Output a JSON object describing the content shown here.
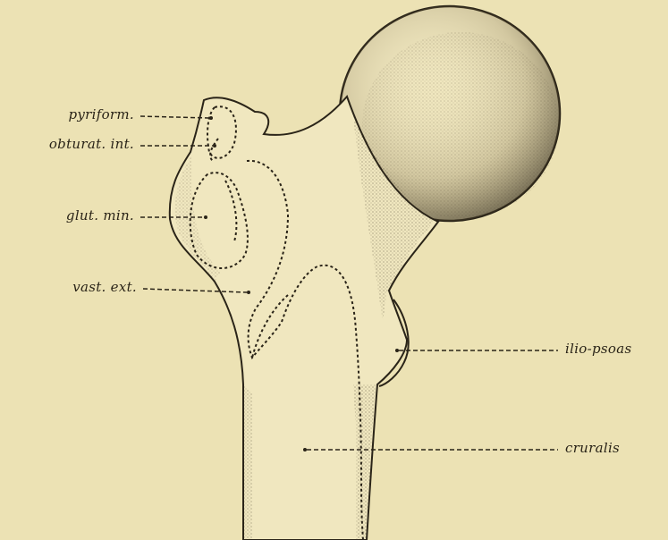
{
  "figure": {
    "labels": {
      "pyriform": "pyriform.",
      "obturat_int": "obturat. int.",
      "glut_min": "glut. min.",
      "vast_ext": "vast. ext.",
      "ilio_psoas": "ilio-psoas",
      "cruralis": "cruralis"
    }
  },
  "colors": {
    "paper": "#ece2b4",
    "bone": "#f0e7bf",
    "ink": "#2a2418"
  }
}
